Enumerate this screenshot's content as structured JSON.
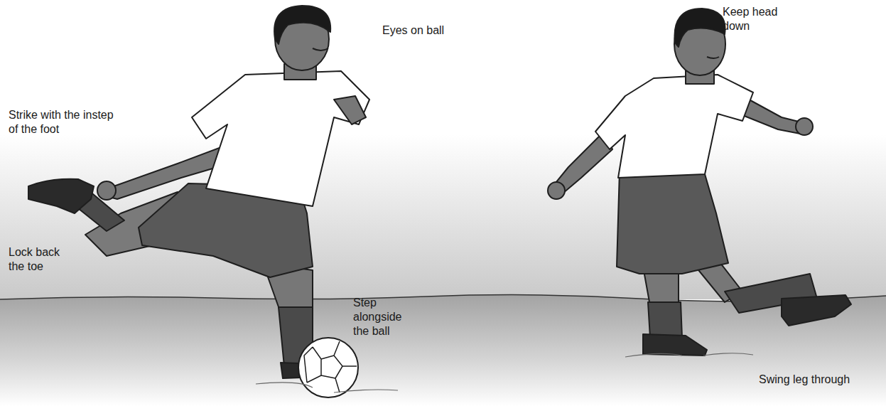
{
  "diagram": {
    "labels": [
      "Eyes on ball",
      "Strike with the instep of the foot",
      "Lock back the toe",
      "Step alongside the ball",
      "Keep head down",
      "Swing leg through"
    ]
  }
}
